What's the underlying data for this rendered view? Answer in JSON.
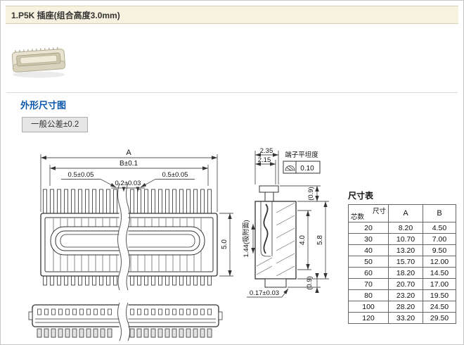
{
  "header": {
    "title": "1.P5K 插座(组合高度3.0mm)"
  },
  "section": {
    "title": "外形尺寸图",
    "tolerance": "一般公差±0.2"
  },
  "dims": {
    "a": "A",
    "b": "B±0.1",
    "p05l": "0.5±0.05",
    "p05r": "0.5±0.05",
    "p02": "0.2±0.03",
    "h50": "5.0",
    "w235": "2.35",
    "w215": "2.15",
    "flat_label": "端子平坦度",
    "flat_val": "0.10",
    "g09t": "(0.9)",
    "h40": "4.0",
    "h58": "5.8",
    "g09b": "(0.9)",
    "suction": "1.44(吸附面)",
    "t017": "0.17±0.03"
  },
  "table": {
    "title": "尺寸表",
    "corner_top": "尺寸",
    "corner_bottom": "芯数",
    "columns": [
      "A",
      "B"
    ],
    "rows": [
      {
        "pins": "20",
        "A": "8.20",
        "B": "4.50"
      },
      {
        "pins": "30",
        "A": "10.70",
        "B": "7.00"
      },
      {
        "pins": "40",
        "A": "13.20",
        "B": "9.50"
      },
      {
        "pins": "50",
        "A": "15.70",
        "B": "12.00"
      },
      {
        "pins": "60",
        "A": "18.20",
        "B": "14.50"
      },
      {
        "pins": "70",
        "A": "20.70",
        "B": "17.00"
      },
      {
        "pins": "80",
        "A": "23.20",
        "B": "19.50"
      },
      {
        "pins": "100",
        "A": "28.20",
        "B": "24.50"
      },
      {
        "pins": "120",
        "A": "33.20",
        "B": "29.50"
      }
    ]
  }
}
